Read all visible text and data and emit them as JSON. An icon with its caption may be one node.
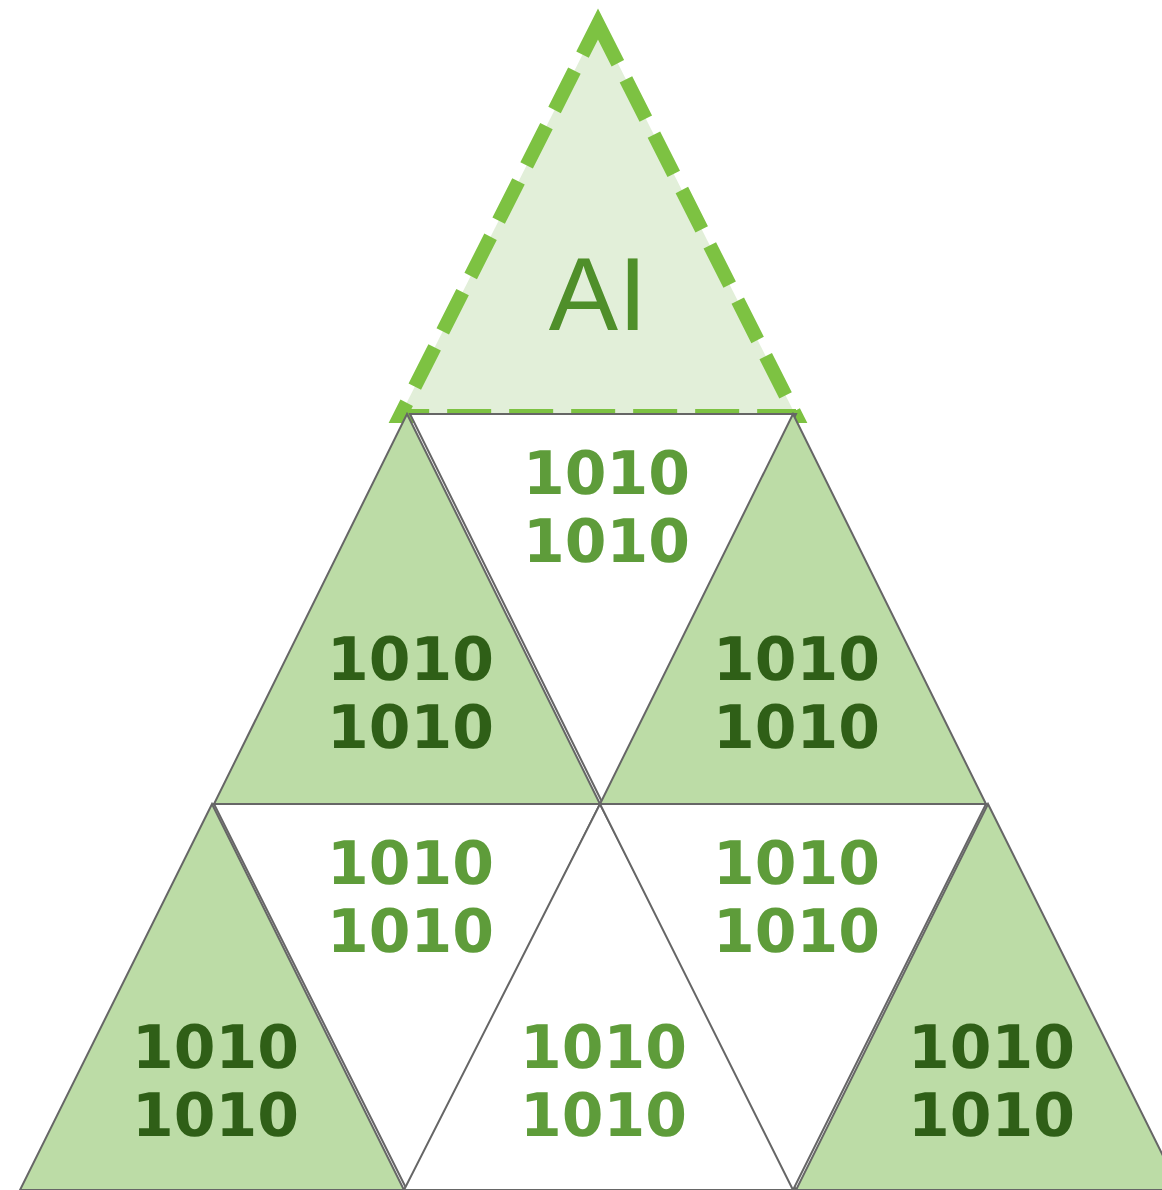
{
  "diagram": {
    "nodes": [
      {
        "text": [
          "AI"
        ]
      },
      {
        "text": [
          "1010 1010"
        ]
      },
      {
        "text": [
          "1010 1010"
        ]
      },
      {
        "text": [
          "1010 1010"
        ]
      },
      {
        "text": [
          "1010 1010"
        ]
      },
      {
        "text": [
          "1010 1010"
        ]
      },
      {
        "text": [
          "1010 1010"
        ]
      },
      {
        "text": [
          "1010 1010"
        ]
      },
      {
        "text": [
          "1010 1010"
        ]
      }
    ]
  }
}
